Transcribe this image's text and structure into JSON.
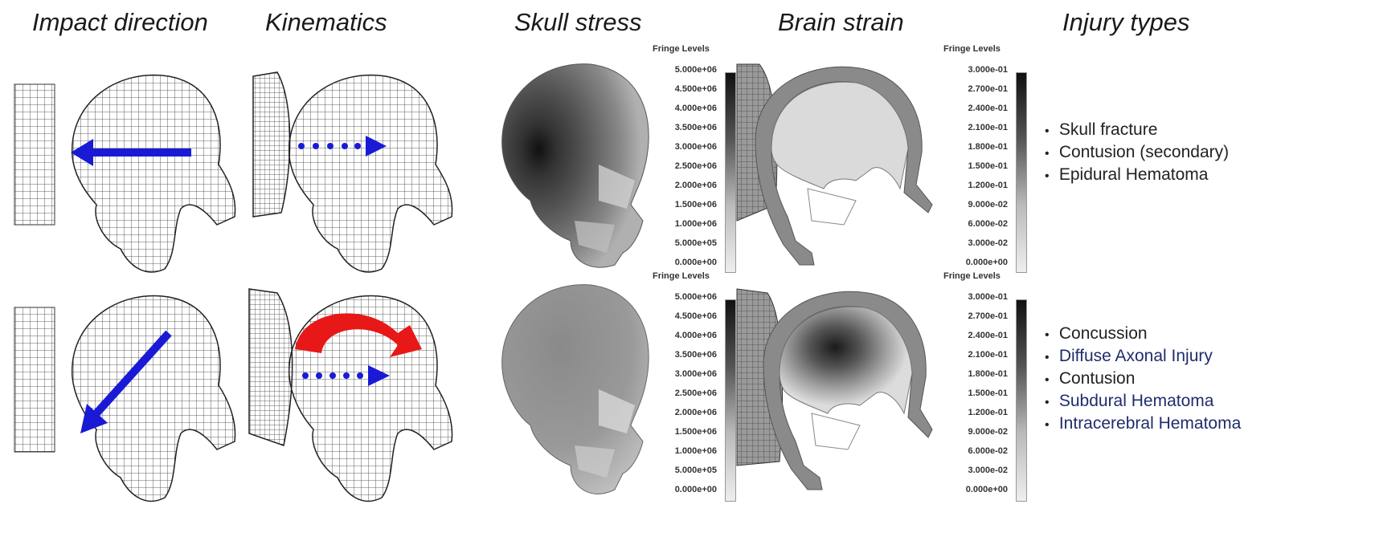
{
  "headers": {
    "impact_direction": "Impact direction",
    "kinematics": "Kinematics",
    "skull_stress": "Skull stress",
    "brain_strain": "Brain strain",
    "injury_types": "Injury types"
  },
  "stress_legend": {
    "title": "Fringe Levels",
    "values": [
      "5.000e+06",
      "4.500e+06",
      "4.000e+06",
      "3.500e+06",
      "3.000e+06",
      "2.500e+06",
      "2.000e+06",
      "1.500e+06",
      "1.000e+06",
      "5.000e+05",
      "0.000e+00"
    ]
  },
  "strain_legend": {
    "title": "Fringe Levels",
    "values": [
      "3.000e-01",
      "2.700e-01",
      "2.400e-01",
      "2.100e-01",
      "1.800e-01",
      "1.500e-01",
      "1.200e-01",
      "9.000e-02",
      "6.000e-02",
      "3.000e-02",
      "0.000e+00"
    ]
  },
  "injuries": {
    "top": [
      "Skull fracture",
      "Contusion (secondary)",
      "Epidural Hematoma"
    ],
    "bottom": [
      "Concussion",
      "Diffuse Axonal Injury",
      "Contusion",
      "Subdural Hematoma",
      "Intracerebral Hematoma"
    ]
  },
  "colors": {
    "arrow_blue": "#1a1ad6",
    "arrow_red": "#e81818"
  }
}
